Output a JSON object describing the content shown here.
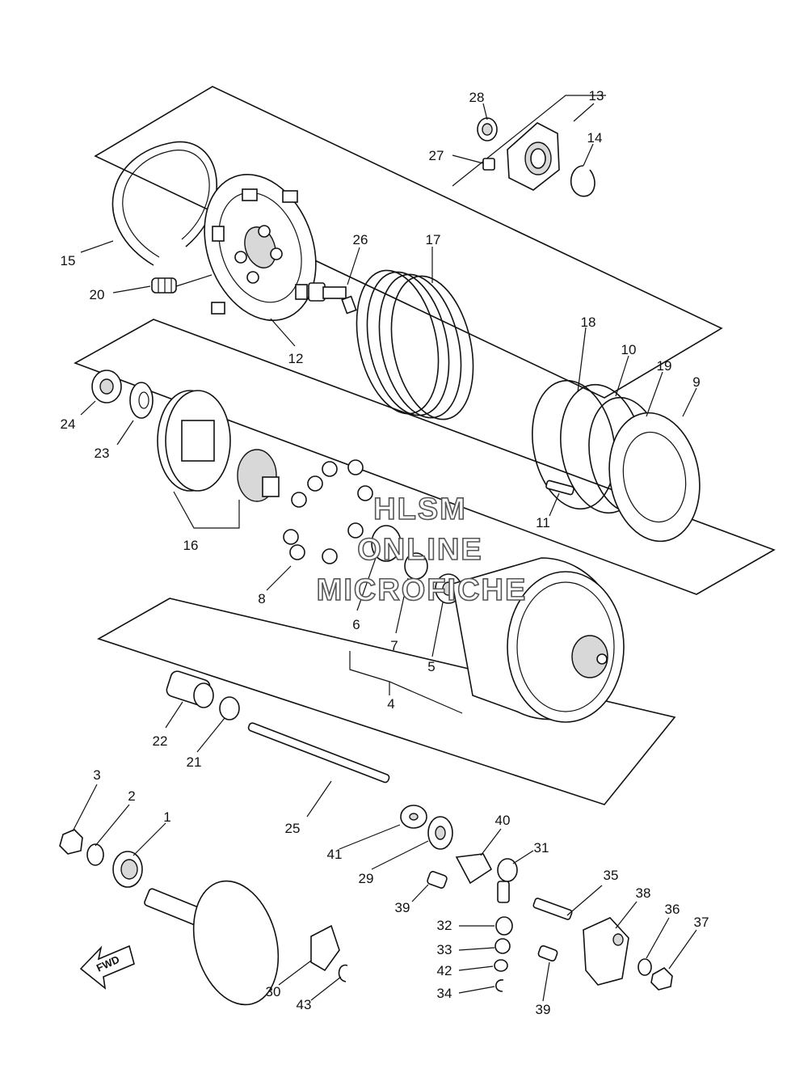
{
  "watermark": {
    "line1": "HLSM",
    "line2": "ONLINE",
    "line3": "MICROFICHE"
  },
  "direction_arrow": "FWD",
  "callouts": {
    "c1": "1",
    "c2": "2",
    "c3": "3",
    "c4": "4",
    "c5": "5",
    "c6": "6",
    "c7": "7",
    "c8": "8",
    "c9": "9",
    "c10": "10",
    "c11": "11",
    "c12": "12",
    "c13": "13",
    "c14": "14",
    "c15": "15",
    "c16": "16",
    "c17": "17",
    "c18": "18",
    "c19": "19",
    "c20": "20",
    "c21": "21",
    "c22": "22",
    "c23": "23",
    "c24": "24",
    "c25": "25",
    "c26": "26",
    "c27": "27",
    "c28": "28",
    "c29": "29",
    "c30": "30",
    "c31": "31",
    "c32": "32",
    "c33": "33",
    "c34": "34",
    "c35": "35",
    "c36": "36",
    "c37": "37",
    "c38": "38",
    "c39a": "39",
    "c39b": "39",
    "c40": "40",
    "c41": "41",
    "c42": "42",
    "c43": "43"
  }
}
